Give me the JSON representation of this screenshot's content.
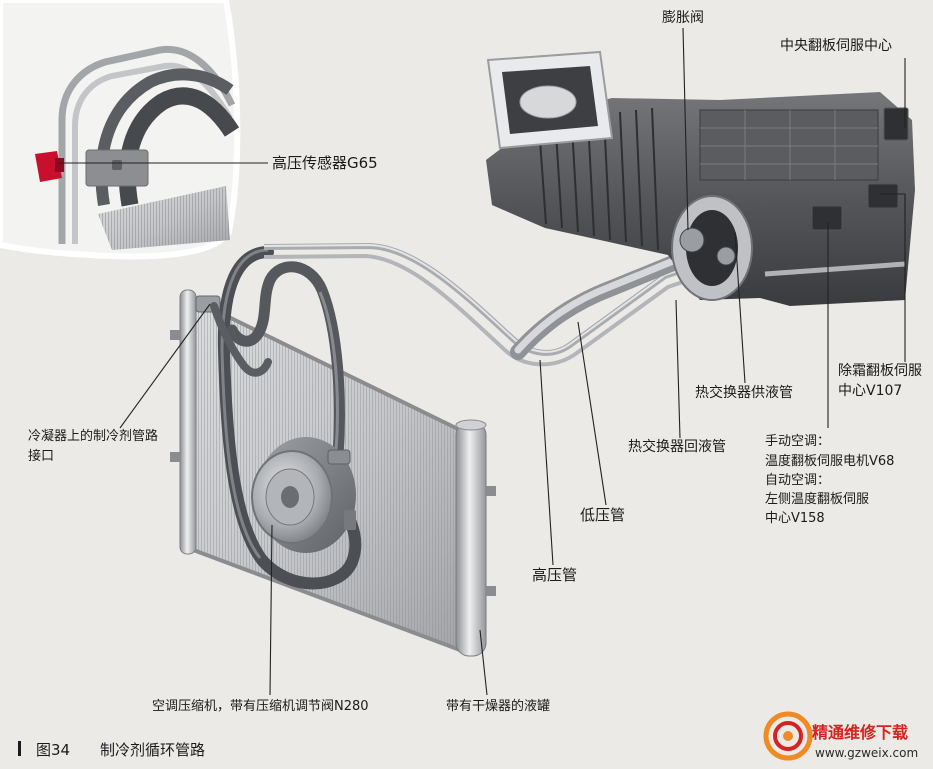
{
  "labels": {
    "expansion_valve": "膨胀阀",
    "central_flap_servo": "中央翻板伺服中心",
    "high_pressure_sensor": "高压传感器G65",
    "condenser_port": [
      "冷凝器上的制冷剂管路",
      "接口"
    ],
    "defrost_servo": [
      "除霜翻板伺服",
      "中心V107"
    ],
    "hx_supply": "热交换器供液管",
    "temp_flap": [
      "手动空调：",
      "温度翻板伺服电机V68",
      "自动空调：",
      "左侧温度翻板伺服",
      "中心V158"
    ],
    "hx_return": "热交换器回液管",
    "low_pressure": "低压管",
    "high_pressure": "高压管",
    "compressor": "空调压缩机，带有压缩机调节阀N280",
    "receiver_drier": "带有干燥器的液罐"
  },
  "caption": {
    "figure": "图34",
    "title": "制冷剂循环管路"
  },
  "watermark": {
    "brand": "精通维修下载",
    "url": "www.gzweix.com"
  },
  "colors": {
    "background": "#ebeae7",
    "text": "#1b1b1b",
    "line": "#222222",
    "sensor": "#c8102e",
    "watermark_red": "#d6231f",
    "watermark_orange": "#f08a24"
  }
}
